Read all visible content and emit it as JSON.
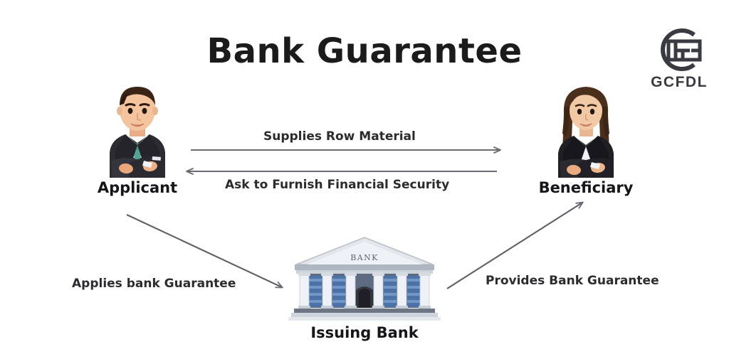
{
  "page": {
    "title": "Bank Guarantee",
    "background_color": "#ffffff"
  },
  "brand": {
    "name": "GCFDL",
    "mark_icon": "gcfdl-monogram-icon",
    "color": "#3a3a42"
  },
  "nodes": {
    "applicant": {
      "label": "Applicant",
      "icon": "businessman-avatar-icon",
      "colors": {
        "suit": "#2c2c33",
        "tie": "#53a396",
        "shirt": "#e8eef2",
        "hair": "#3b2316",
        "skin": "#f0c3a0"
      }
    },
    "beneficiary": {
      "label": "Beneficiary",
      "icon": "businesswoman-avatar-icon",
      "colors": {
        "suit": "#1f1f24",
        "shirt": "#eef2f5",
        "hair": "#4b2f1c",
        "skin": "#f2c9a5"
      }
    },
    "issuing_bank": {
      "label": "Issuing Bank",
      "icon": "bank-building-icon",
      "pediment_text": "BANK",
      "colors": {
        "stone": "#d9dde4",
        "column": "#eef1f5",
        "window": "#4c73a8",
        "roof": "#aeb6c2",
        "door": "#33343c"
      }
    }
  },
  "flows": [
    {
      "id": "supplies-row-material",
      "label": "Supplies Row Material",
      "from": "applicant",
      "to": "beneficiary",
      "direction": "right"
    },
    {
      "id": "ask-to-furnish-financial-security",
      "label": "Ask to Furnish Financial Security",
      "from": "beneficiary",
      "to": "applicant",
      "direction": "left"
    },
    {
      "id": "applies-bank-guarantee",
      "label": "Applies bank Guarantee",
      "from": "applicant",
      "to": "issuing_bank",
      "direction": "down-right"
    },
    {
      "id": "provides-bank-guarantee",
      "label": "Provides Bank Guarantee",
      "from": "issuing_bank",
      "to": "beneficiary",
      "direction": "up-right"
    }
  ],
  "style": {
    "arrow_color": "#6b6b73",
    "text_color": "#2b2b30",
    "title_color": "#1b1b1b"
  }
}
